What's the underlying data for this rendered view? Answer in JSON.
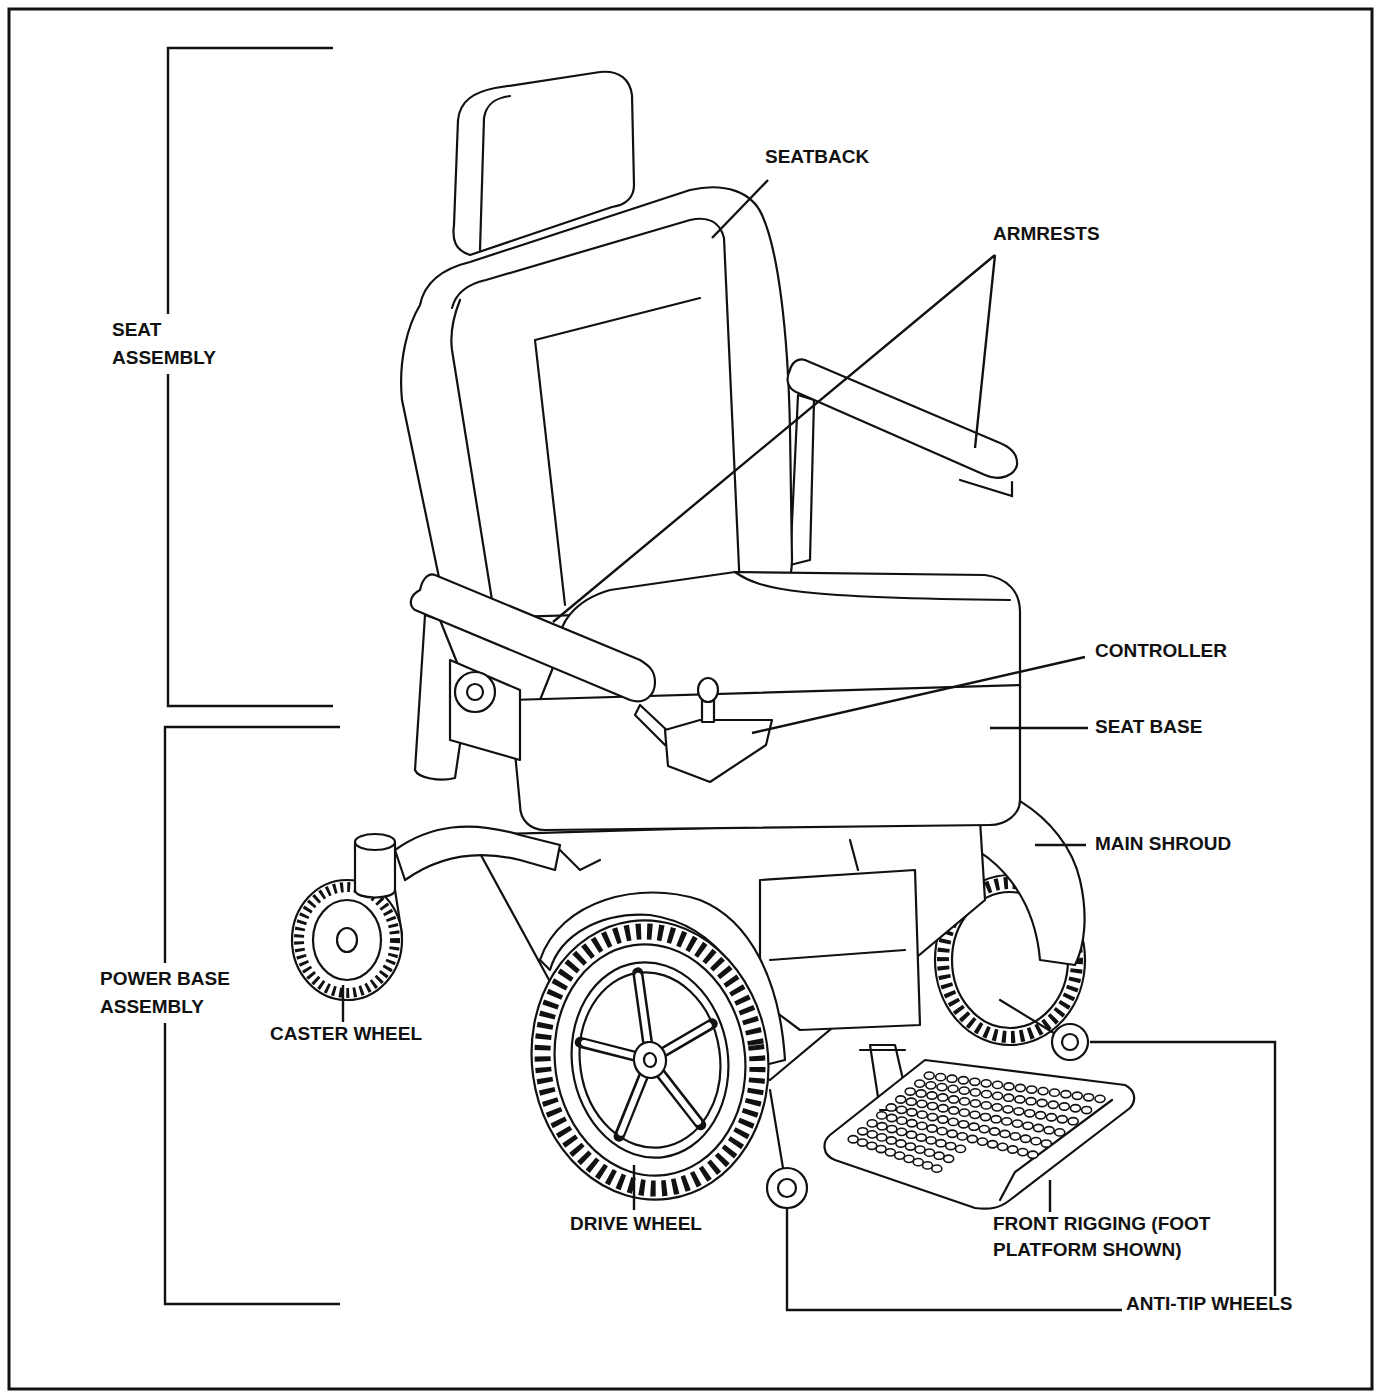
{
  "diagram": {
    "labels": [
      "SEATBACK",
      "ARMRESTS",
      "SEAT ASSEMBLY",
      "CONTROLLER",
      "SEAT BASE",
      "MAIN SHROUD",
      "POWER BASE ASSEMBLY",
      "CASTER WHEEL",
      "DRIVE WHEEL",
      "FRONT RIGGING (FOOT PLATFORM SHOWN)",
      "ANTI-TIP WHEELS"
    ]
  }
}
